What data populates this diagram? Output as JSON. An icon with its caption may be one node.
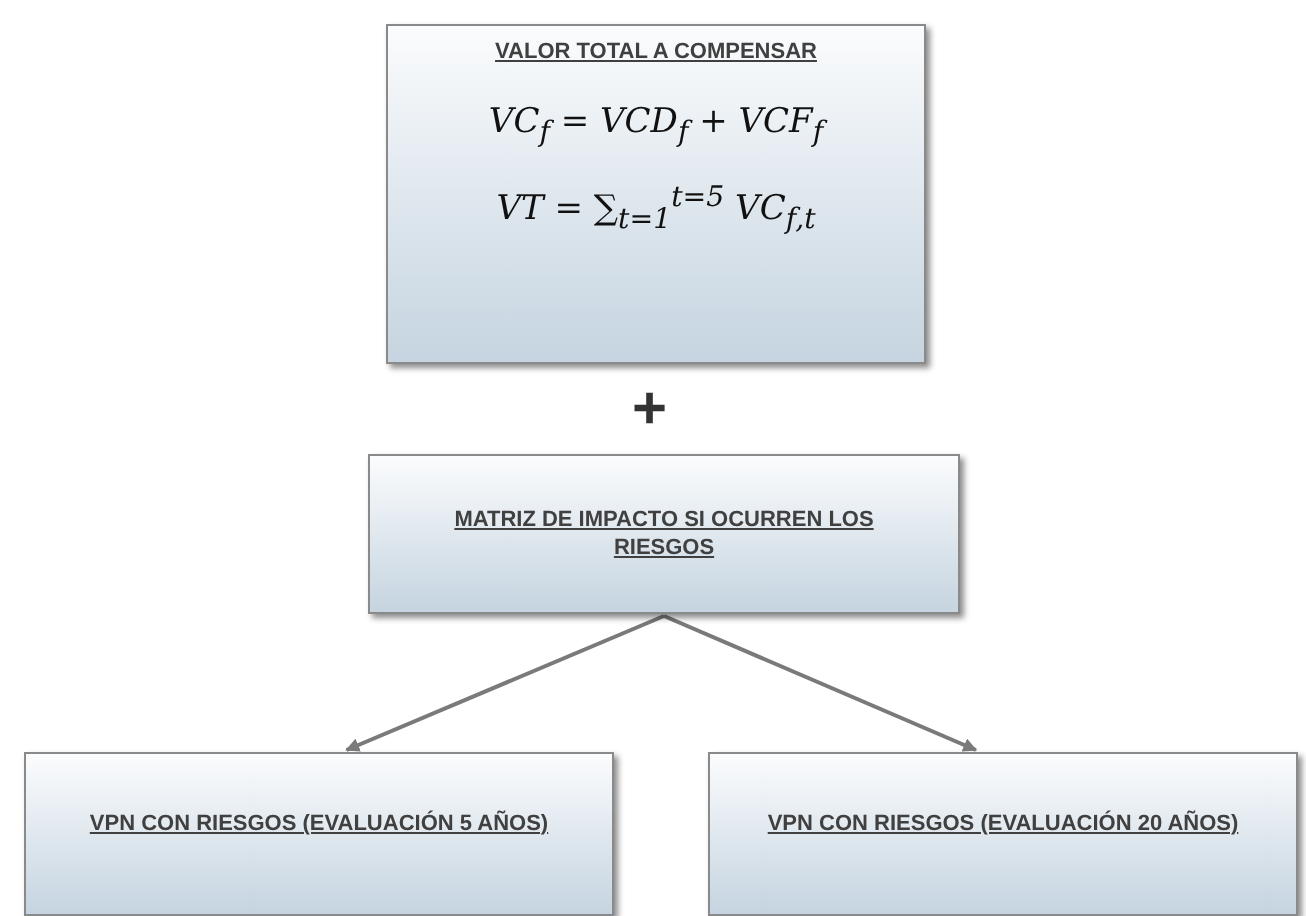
{
  "diagram": {
    "nodes": [
      {
        "text": [
          "VALOR TOTAL A  COMPENSAR",
          "VC$_{f}$ = VCD$_{f}$ + VCF$_{f}$",
          "VT = ∑$_{t=1}$$^{t=5}$ VC$_{f,t}$"
        ]
      },
      {
        "text": [
          "MATRIZ DE IMPACTO SI OCURREN LOS RIESGOS"
        ]
      },
      {
        "text": [
          "VPN CON RIESGOS (EVALUACIÓN 5 AÑOS)"
        ]
      },
      {
        "text": [
          "VPN CON RIESGOS (EVALUACIÓN 20 AÑOS)"
        ]
      }
    ],
    "edges": [
      {
        "from": 1,
        "to": 2,
        "arrow": "to"
      },
      {
        "from": 1,
        "to": 3,
        "arrow": "to"
      }
    ],
    "labels": [
      "+"
    ]
  }
}
